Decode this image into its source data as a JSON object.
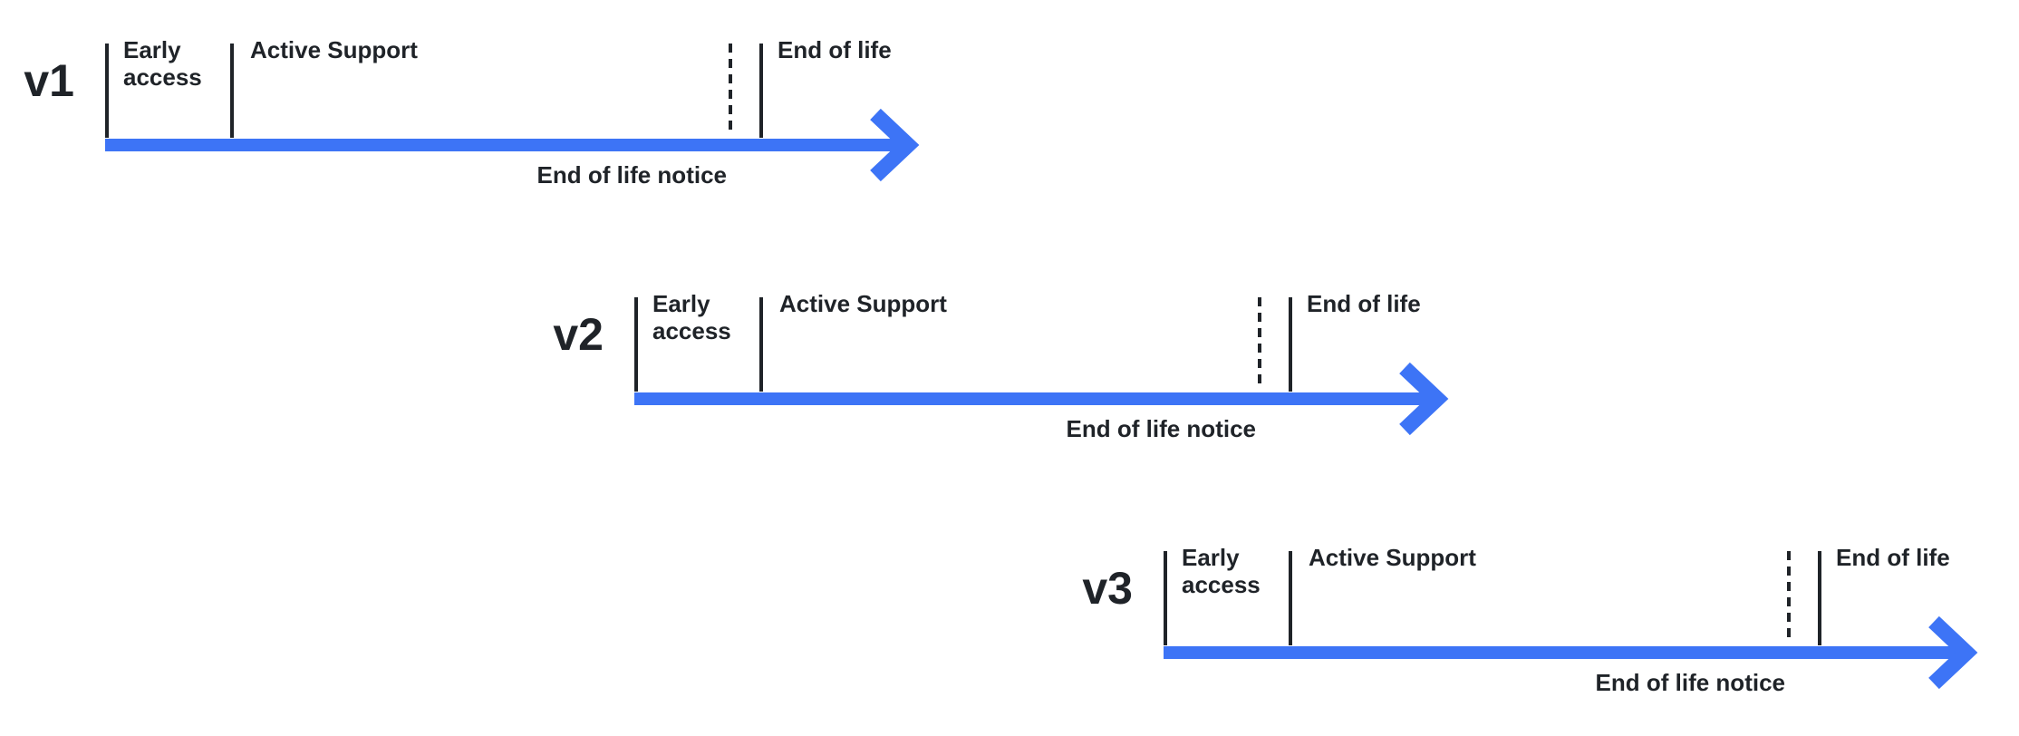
{
  "colors": {
    "accent": "#3D74F6",
    "ink": "#1F2328",
    "background": "#FFFFFF"
  },
  "timelines": [
    {
      "version": "v1",
      "early_access": "Early access",
      "active_support": "Active Support",
      "end_of_life": "End of life",
      "eol_notice": "End of life notice"
    },
    {
      "version": "v2",
      "early_access": "Early access",
      "active_support": "Active Support",
      "end_of_life": "End of life",
      "eol_notice": "End of life notice"
    },
    {
      "version": "v3",
      "early_access": "Early access",
      "active_support": "Active Support",
      "end_of_life": "End of life",
      "eol_notice": "End of life notice"
    }
  ]
}
